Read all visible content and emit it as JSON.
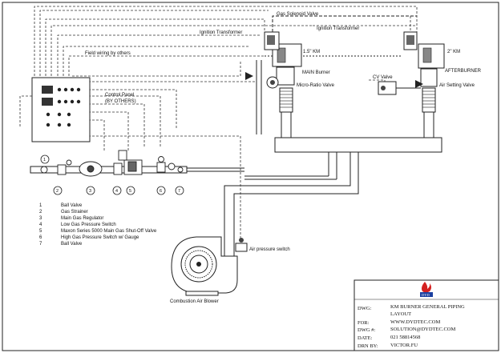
{
  "labels": {
    "gas_solenoid_valve": "Gas Solenoid Valve",
    "ignition_transformer_left": "Ignition Transformer",
    "ignition_transformer_right": "Ignition Transformer",
    "field_wiring": "Field wiring by others",
    "main_burner_model": "1.5\" KM",
    "main_burner": "MAIN Burner",
    "afterburner_model": "2\" KM",
    "afterburner": "AFTERBURNER",
    "micro_ratio_valve": "Micro-Ratio Valve",
    "cv_valve": "CV  Valve",
    "air_setting_valve": "Air Setting Valve",
    "control_panel_line1": "Control Panel",
    "control_panel_line2": "(BY OTHERS)",
    "air_pressure_switch": "Air pressure switch",
    "combustion_air_blower": "Combustion Air Blower"
  },
  "train_numbers": [
    "1",
    "2",
    "3",
    "4",
    "5",
    "6",
    "7"
  ],
  "legend": [
    {
      "num": "1",
      "text": "Ball Valve"
    },
    {
      "num": "2",
      "text": "Gas Strainer"
    },
    {
      "num": "3",
      "text": "Main Gas Regulator"
    },
    {
      "num": "4",
      "text": "Low Gas Pressure Switch"
    },
    {
      "num": "5",
      "text": "Maxon Series 5000 Main Gas Shut-Off Valve"
    },
    {
      "num": "6",
      "text": "High Gas Pressure Switch w/ Gauge"
    },
    {
      "num": "7",
      "text": "Ball Valve"
    }
  ],
  "title_block": {
    "logo_text": "DYD",
    "rows": [
      {
        "label": "DWG:",
        "value": "KM BURNER GENERAL PIPING"
      },
      {
        "label": "",
        "value": "LAYOUT"
      },
      {
        "label": "FOR:",
        "value": "WWW.DYDTEC.COM"
      },
      {
        "label": "DWG #:",
        "value": "SOLUTION@DYDTEC.COM"
      },
      {
        "label": "DATE:",
        "value": "021 58814568"
      },
      {
        "label": "DRN BY:",
        "value": "VICTOR.FU"
      }
    ]
  },
  "colors": {
    "line": "#222222",
    "logo_red": "#d42020",
    "logo_blue": "#1b3fa0"
  }
}
